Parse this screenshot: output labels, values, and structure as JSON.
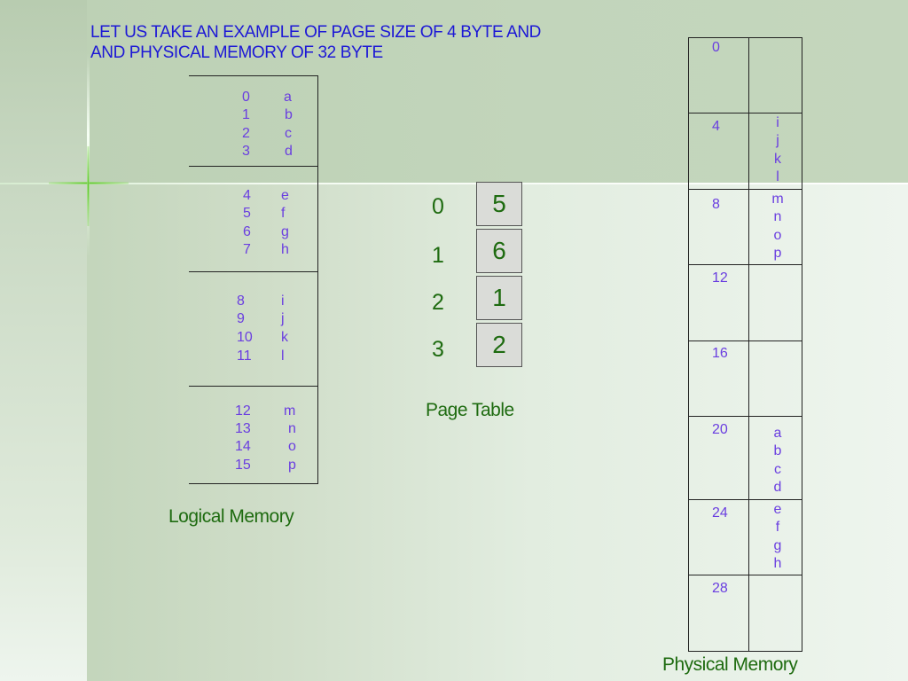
{
  "title_lines": [
    "LET US TAKE AN EXAMPLE OF PAGE SIZE OF 4 BYTE AND",
    "AND PHYSICAL MEMORY OF 32 BYTE"
  ],
  "logical_memory": {
    "caption": "Logical Memory",
    "pages": [
      [
        {
          "addr": "0",
          "ch": "a"
        },
        {
          "addr": "1",
          "ch": "b"
        },
        {
          "addr": "2",
          "ch": "c"
        },
        {
          "addr": "3",
          "ch": "d"
        }
      ],
      [
        {
          "addr": "4",
          "ch": "e"
        },
        {
          "addr": "5",
          "ch": "f"
        },
        {
          "addr": "6",
          "ch": "g"
        },
        {
          "addr": "7",
          "ch": "h"
        }
      ],
      [
        {
          "addr": "8",
          "ch": "i"
        },
        {
          "addr": "9",
          "ch": "j"
        },
        {
          "addr": "10",
          "ch": "k"
        },
        {
          "addr": "11",
          "ch": "l"
        }
      ],
      [
        {
          "addr": "12",
          "ch": "m"
        },
        {
          "addr": "13",
          "ch": "n"
        },
        {
          "addr": "14",
          "ch": "o"
        },
        {
          "addr": "15",
          "ch": "p"
        }
      ]
    ]
  },
  "page_table": {
    "caption": "Page Table",
    "indices": [
      "0",
      "1",
      "2",
      "3"
    ],
    "frames": [
      "5",
      "6",
      "1",
      "2"
    ]
  },
  "physical_memory": {
    "caption": "Physical Memory",
    "addresses": [
      "0",
      "4",
      "8",
      "12",
      "16",
      "20",
      "24",
      "28"
    ],
    "frame_2_chars": [
      "i",
      "j",
      "k",
      "l"
    ],
    "frame_3_chars": [
      "m",
      "n",
      "o",
      "p"
    ],
    "frame_5_chars": [
      "a",
      "b",
      "c",
      "d"
    ],
    "frame_6_chars": [
      "e",
      "f",
      "g",
      "h"
    ]
  }
}
